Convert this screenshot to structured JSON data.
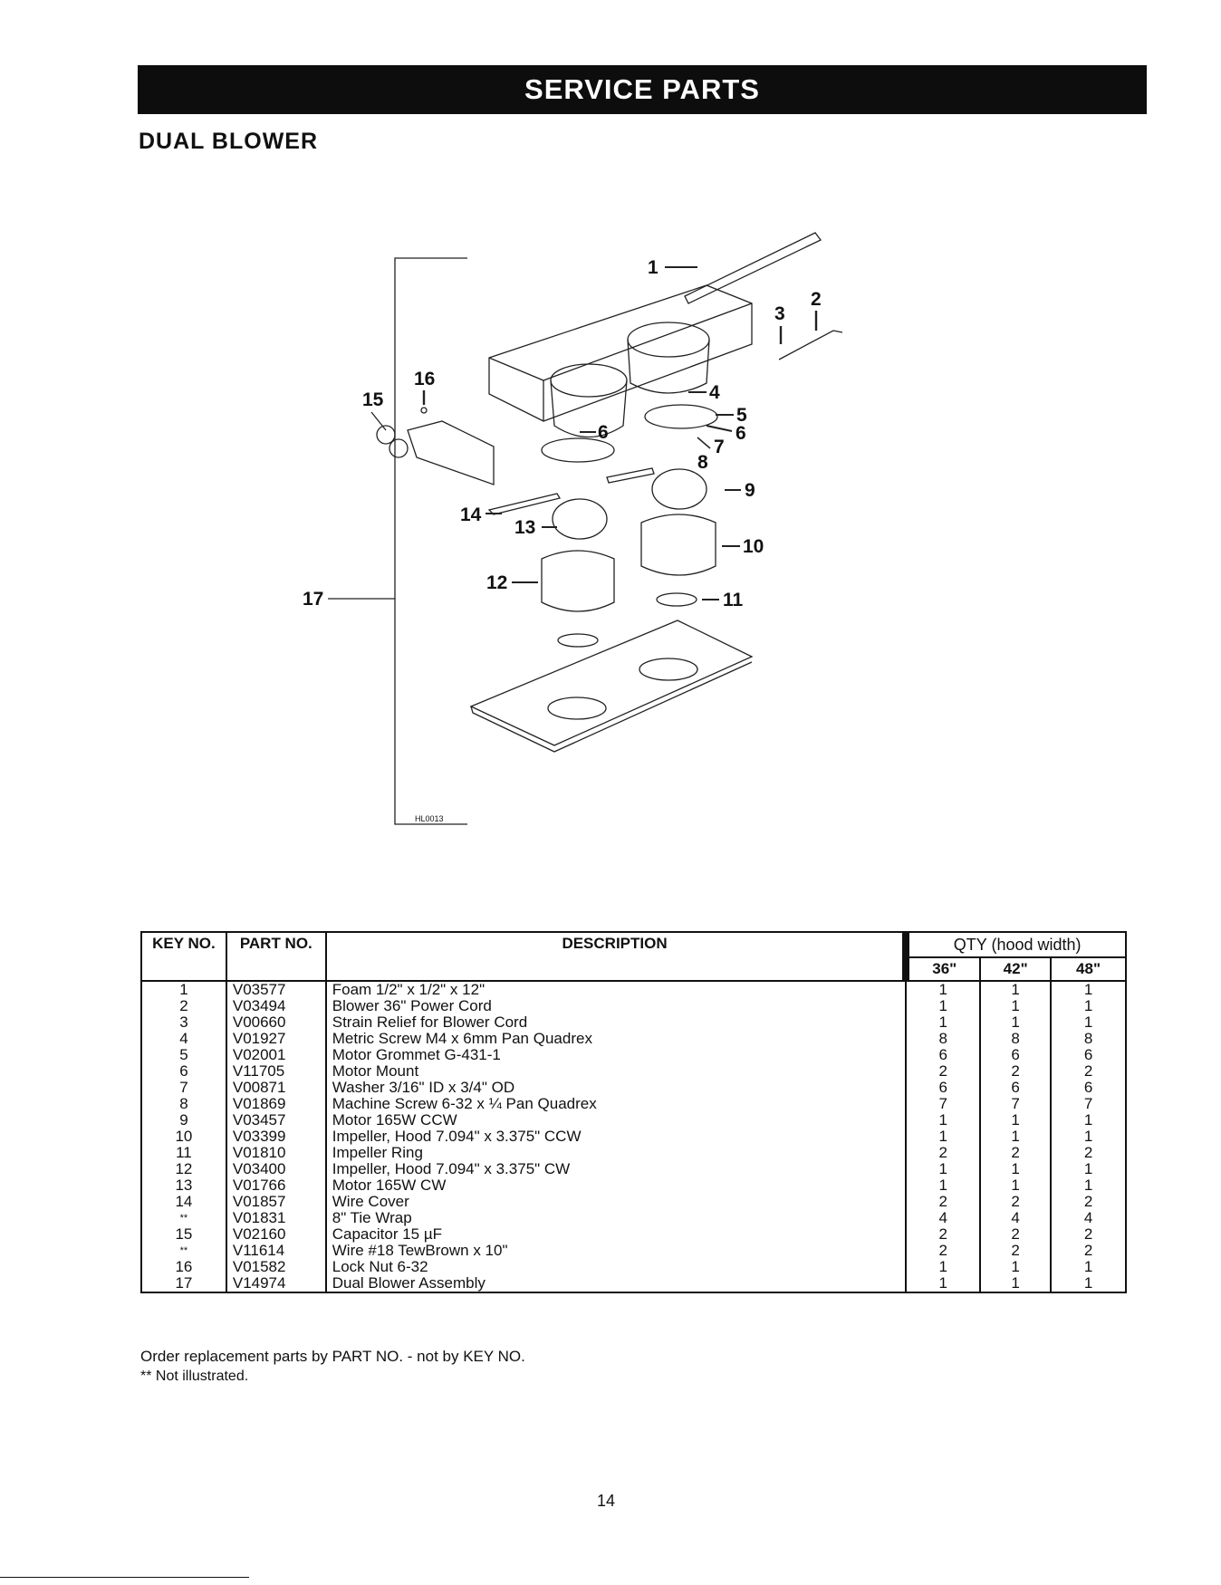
{
  "header": {
    "banner": "SERVICE PARTS",
    "subtitle": "DUAL BLOWER"
  },
  "diagram": {
    "code": "HL0013",
    "callouts": {
      "c1": "1",
      "c2": "2",
      "c3": "3",
      "c4": "4",
      "c5": "5",
      "c6a": "6",
      "c6b": "6",
      "c7": "7",
      "c8": "8",
      "c9": "9",
      "c10": "10",
      "c11": "11",
      "c12": "12",
      "c13": "13",
      "c14": "14",
      "c15": "15",
      "c16": "16",
      "c17": "17"
    }
  },
  "table": {
    "headers": {
      "key": "KEY NO.",
      "part": "PART NO.",
      "desc": "DESCRIPTION",
      "qty": "QTY (hood width)",
      "w36": "36\"",
      "w42": "42\"",
      "w48": "48\""
    },
    "rows": [
      {
        "key": "1",
        "part": "V03577",
        "desc": "Foam 1/2\" x 1/2\" x 12\"",
        "q36": "1",
        "q42": "1",
        "q48": "1"
      },
      {
        "key": "2",
        "part": "V03494",
        "desc": "Blower 36\" Power Cord",
        "q36": "1",
        "q42": "1",
        "q48": "1"
      },
      {
        "key": "3",
        "part": "V00660",
        "desc": "Strain Relief for Blower Cord",
        "q36": "1",
        "q42": "1",
        "q48": "1"
      },
      {
        "key": "4",
        "part": "V01927",
        "desc": "Metric Screw M4 x 6mm Pan Quadrex",
        "q36": "8",
        "q42": "8",
        "q48": "8"
      },
      {
        "key": "5",
        "part": "V02001",
        "desc": "Motor Grommet G-431-1",
        "q36": "6",
        "q42": "6",
        "q48": "6"
      },
      {
        "key": "6",
        "part": "V11705",
        "desc": "Motor Mount",
        "q36": "2",
        "q42": "2",
        "q48": "2"
      },
      {
        "key": "7",
        "part": "V00871",
        "desc": "Washer 3/16\" ID x 3/4\" OD",
        "q36": "6",
        "q42": "6",
        "q48": "6"
      },
      {
        "key": "8",
        "part": "V01869",
        "desc": "Machine Screw 6-32 x ¼ Pan Quadrex",
        "q36": "7",
        "q42": "7",
        "q48": "7"
      },
      {
        "key": "9",
        "part": "V03457",
        "desc": "Motor 165W CCW",
        "q36": "1",
        "q42": "1",
        "q48": "1"
      },
      {
        "key": "10",
        "part": "V03399",
        "desc": "Impeller, Hood 7.094\" x 3.375\" CCW",
        "q36": "1",
        "q42": "1",
        "q48": "1"
      },
      {
        "key": "11",
        "part": "V01810",
        "desc": "Impeller Ring",
        "q36": "2",
        "q42": "2",
        "q48": "2"
      },
      {
        "key": "12",
        "part": "V03400",
        "desc": "Impeller, Hood 7.094\" x 3.375\" CW",
        "q36": "1",
        "q42": "1",
        "q48": "1"
      },
      {
        "key": "13",
        "part": "V01766",
        "desc": "Motor 165W CW",
        "q36": "1",
        "q42": "1",
        "q48": "1"
      },
      {
        "key": "14",
        "part": "V01857",
        "desc": "Wire Cover",
        "q36": "2",
        "q42": "2",
        "q48": "2"
      },
      {
        "key": "**",
        "part": "V01831",
        "desc": "8\" Tie Wrap",
        "q36": "4",
        "q42": "4",
        "q48": "4"
      },
      {
        "key": "15",
        "part": "V02160",
        "desc": "Capacitor 15 µF",
        "q36": "2",
        "q42": "2",
        "q48": "2"
      },
      {
        "key": "**",
        "part": "V11614",
        "desc": "Wire #18 TewBrown x 10\"",
        "q36": "2",
        "q42": "2",
        "q48": "2"
      },
      {
        "key": "16",
        "part": "V01582",
        "desc": "Lock Nut 6-32",
        "q36": "1",
        "q42": "1",
        "q48": "1"
      },
      {
        "key": "17",
        "part": "V14974",
        "desc": "Dual Blower Assembly",
        "q36": "1",
        "q42": "1",
        "q48": "1"
      }
    ]
  },
  "notes": {
    "order": "Order replacement parts by PART NO. - not by KEY NO.",
    "not_illustrated": "** Not illustrated."
  },
  "page_number": "14"
}
